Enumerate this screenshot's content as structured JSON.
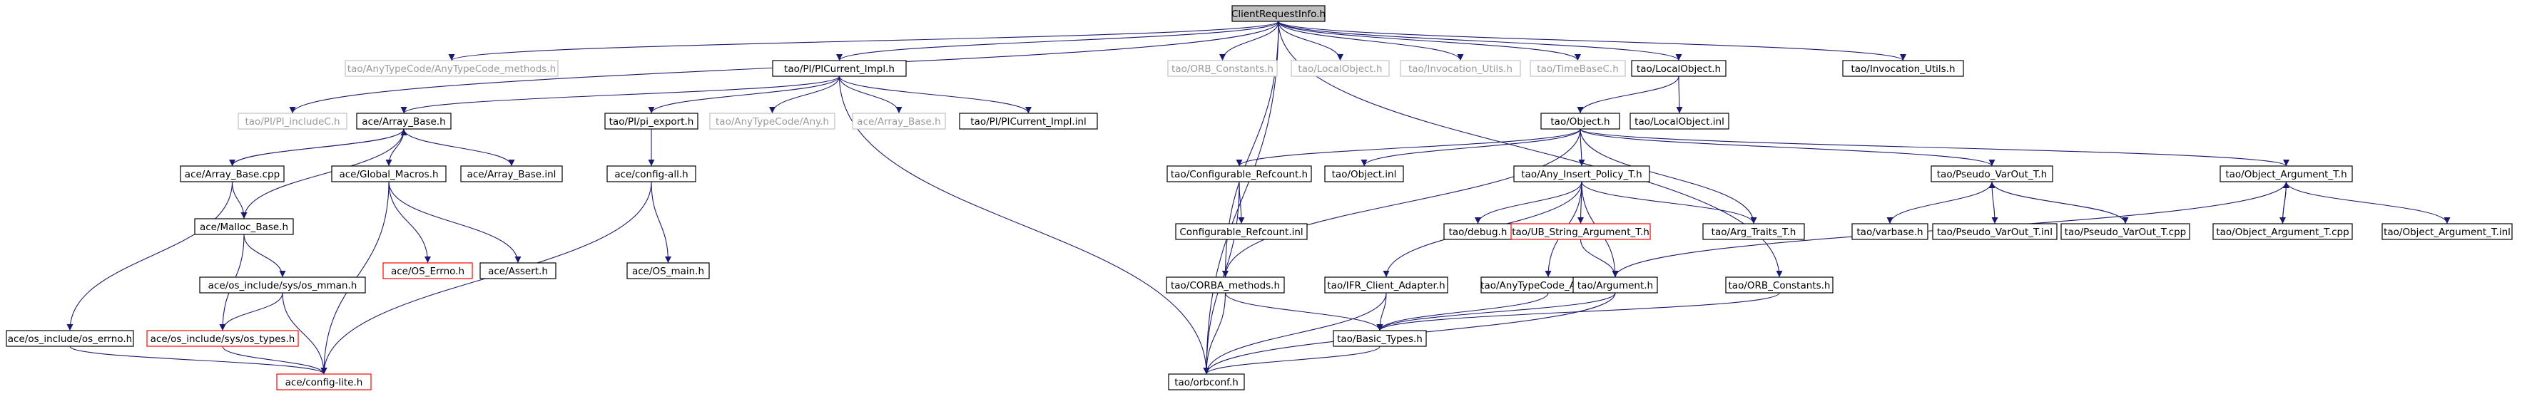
{
  "colors": {
    "edge": "#191970",
    "root_fill": "#bfbfbf",
    "normal_border": "#000000",
    "truncated_border": "#ff0000",
    "external_border": "#c0c0c0",
    "external_text": "#9a9a9a"
  },
  "nodes": {
    "root": {
      "label": "ClientRequestInfo.h",
      "kind": "root"
    },
    "anytypecode_methods": {
      "label": "tao/AnyTypeCode/AnyTypeCode_methods.h",
      "kind": "external"
    },
    "picurrent_impl": {
      "label": "tao/PI/PICurrent_Impl.h",
      "kind": "normal"
    },
    "orb_constants_ext": {
      "label": "tao/ORB_Constants.h",
      "kind": "external"
    },
    "localobject_h_ext": {
      "label": "tao/LocalObject.h",
      "kind": "external"
    },
    "invocation_utils_ext": {
      "label": "tao/Invocation_Utils.h",
      "kind": "external"
    },
    "timebasec": {
      "label": "tao/TimeBaseC.h",
      "kind": "external"
    },
    "localobject_h": {
      "label": "tao/LocalObject.h",
      "kind": "normal"
    },
    "invocation_utils": {
      "label": "tao/Invocation_Utils.h",
      "kind": "normal"
    },
    "pi_includec": {
      "label": "tao/PI/PI_includeC.h",
      "kind": "external"
    },
    "array_base_h": {
      "label": "ace/Array_Base.h",
      "kind": "normal"
    },
    "pi_export": {
      "label": "tao/PI/pi_export.h",
      "kind": "normal"
    },
    "anytypecode_any": {
      "label": "tao/AnyTypeCode/Any.h",
      "kind": "external"
    },
    "array_base_ext": {
      "label": "ace/Array_Base.h",
      "kind": "external"
    },
    "picurrent_impl_inl": {
      "label": "tao/PI/PICurrent_Impl.inl",
      "kind": "normal"
    },
    "object_h": {
      "label": "tao/Object.h",
      "kind": "normal"
    },
    "localobject_inl": {
      "label": "tao/LocalObject.inl",
      "kind": "normal"
    },
    "array_base_cpp": {
      "label": "ace/Array_Base.cpp",
      "kind": "normal"
    },
    "global_macros": {
      "label": "ace/Global_Macros.h",
      "kind": "normal"
    },
    "array_base_inl": {
      "label": "ace/Array_Base.inl",
      "kind": "normal"
    },
    "config_all": {
      "label": "ace/config-all.h",
      "kind": "normal"
    },
    "configurable_refcount": {
      "label": "tao/Configurable_Refcount.h",
      "kind": "normal"
    },
    "object_inl": {
      "label": "tao/Object.inl",
      "kind": "normal"
    },
    "any_insert_policy": {
      "label": "tao/Any_Insert_Policy_T.h",
      "kind": "normal"
    },
    "pseudo_varout_h": {
      "label": "tao/Pseudo_VarOut_T.h",
      "kind": "normal"
    },
    "object_argument_h": {
      "label": "tao/Object_Argument_T.h",
      "kind": "normal"
    },
    "malloc_base": {
      "label": "ace/Malloc_Base.h",
      "kind": "normal"
    },
    "os_errno_h": {
      "label": "ace/OS_Errno.h",
      "kind": "truncated"
    },
    "assert_h": {
      "label": "ace/Assert.h",
      "kind": "normal"
    },
    "os_main": {
      "label": "ace/OS_main.h",
      "kind": "normal"
    },
    "configurable_refcount_inl": {
      "label": "Configurable_Refcount.inl",
      "kind": "normal"
    },
    "debug_h": {
      "label": "tao/debug.h",
      "kind": "normal"
    },
    "ub_string_argument": {
      "label": "tao/UB_String_Argument_T.h",
      "kind": "truncated"
    },
    "arg_traits": {
      "label": "tao/Arg_Traits_T.h",
      "kind": "normal"
    },
    "varbase": {
      "label": "tao/varbase.h",
      "kind": "normal"
    },
    "pseudo_varout_inl": {
      "label": "tao/Pseudo_VarOut_T.inl",
      "kind": "normal"
    },
    "pseudo_varout_cpp": {
      "label": "tao/Pseudo_VarOut_T.cpp",
      "kind": "normal"
    },
    "object_argument_cpp": {
      "label": "tao/Object_Argument_T.cpp",
      "kind": "normal"
    },
    "object_argument_inl": {
      "label": "tao/Object_Argument_T.inl",
      "kind": "normal"
    },
    "os_mman": {
      "label": "ace/os_include/sys/os_mman.h",
      "kind": "normal"
    },
    "corba_methods": {
      "label": "tao/CORBA_methods.h",
      "kind": "normal"
    },
    "ifr_client_adapter": {
      "label": "tao/IFR_Client_Adapter.h",
      "kind": "normal"
    },
    "anytypecode_adapter": {
      "label": "tao/AnyTypeCode_Adapter.h",
      "kind": "normal"
    },
    "argument_h": {
      "label": "tao/Argument.h",
      "kind": "normal"
    },
    "orb_constants": {
      "label": "tao/ORB_Constants.h",
      "kind": "normal"
    },
    "os_errno_inc": {
      "label": "ace/os_include/os_errno.h",
      "kind": "normal"
    },
    "os_types": {
      "label": "ace/os_include/sys/os_types.h",
      "kind": "truncated"
    },
    "basic_types": {
      "label": "tao/Basic_Types.h",
      "kind": "normal"
    },
    "config_lite": {
      "label": "ace/config-lite.h",
      "kind": "truncated"
    },
    "orbconf": {
      "label": "tao/orbconf.h",
      "kind": "normal"
    }
  },
  "edges": [
    [
      "root",
      "anytypecode_methods"
    ],
    [
      "root",
      "picurrent_impl"
    ],
    [
      "root",
      "orb_constants_ext"
    ],
    [
      "root",
      "localobject_h_ext"
    ],
    [
      "root",
      "invocation_utils_ext"
    ],
    [
      "root",
      "timebasec"
    ],
    [
      "root",
      "localobject_h"
    ],
    [
      "root",
      "invocation_utils"
    ],
    [
      "root",
      "pi_includec"
    ],
    [
      "root",
      "corba_methods"
    ],
    [
      "root",
      "orbconf"
    ],
    [
      "root",
      "orb_constants"
    ],
    [
      "picurrent_impl",
      "array_base_h"
    ],
    [
      "picurrent_impl",
      "pi_export"
    ],
    [
      "picurrent_impl",
      "anytypecode_any"
    ],
    [
      "picurrent_impl",
      "array_base_ext"
    ],
    [
      "picurrent_impl",
      "picurrent_impl_inl"
    ],
    [
      "picurrent_impl",
      "orbconf"
    ],
    [
      "localobject_h",
      "object_h"
    ],
    [
      "localobject_h",
      "localobject_inl"
    ],
    [
      "array_base_h",
      "array_base_cpp"
    ],
    [
      "array_base_h",
      "global_macros"
    ],
    [
      "array_base_h",
      "array_base_inl"
    ],
    [
      "array_base_h",
      "malloc_base"
    ],
    [
      "array_base_cpp",
      "array_base_h"
    ],
    [
      "array_base_cpp",
      "malloc_base"
    ],
    [
      "array_base_cpp",
      "os_errno_inc"
    ],
    [
      "pi_export",
      "config_all"
    ],
    [
      "config_all",
      "os_main"
    ],
    [
      "config_all",
      "config_lite"
    ],
    [
      "global_macros",
      "os_errno_h"
    ],
    [
      "global_macros",
      "assert_h"
    ],
    [
      "global_macros",
      "config_lite"
    ],
    [
      "malloc_base",
      "os_mman"
    ],
    [
      "malloc_base",
      "os_types"
    ],
    [
      "os_mman",
      "os_types"
    ],
    [
      "os_mman",
      "config_lite"
    ],
    [
      "os_types",
      "config_lite"
    ],
    [
      "os_errno_inc",
      "config_lite"
    ],
    [
      "object_h",
      "configurable_refcount"
    ],
    [
      "object_h",
      "object_inl"
    ],
    [
      "object_h",
      "any_insert_policy"
    ],
    [
      "object_h",
      "pseudo_varout_h"
    ],
    [
      "object_h",
      "object_argument_h"
    ],
    [
      "object_h",
      "arg_traits"
    ],
    [
      "object_h",
      "corba_methods"
    ],
    [
      "configurable_refcount",
      "configurable_refcount_inl"
    ],
    [
      "configurable_refcount",
      "orbconf"
    ],
    [
      "any_insert_policy",
      "debug_h"
    ],
    [
      "any_insert_policy",
      "ub_string_argument"
    ],
    [
      "any_insert_policy",
      "arg_traits"
    ],
    [
      "any_insert_policy",
      "ifr_client_adapter"
    ],
    [
      "any_insert_policy",
      "anytypecode_adapter"
    ],
    [
      "any_insert_policy",
      "argument_h"
    ],
    [
      "pseudo_varout_h",
      "varbase"
    ],
    [
      "pseudo_varout_h",
      "pseudo_varout_inl"
    ],
    [
      "pseudo_varout_h",
      "pseudo_varout_cpp"
    ],
    [
      "pseudo_varout_cpp",
      "pseudo_varout_h"
    ],
    [
      "object_argument_h",
      "object_argument_cpp"
    ],
    [
      "object_argument_h",
      "object_argument_inl"
    ],
    [
      "object_argument_h",
      "argument_h"
    ],
    [
      "object_argument_cpp",
      "object_argument_h"
    ],
    [
      "ub_string_argument",
      "argument_h"
    ],
    [
      "argument_h",
      "basic_types"
    ],
    [
      "argument_h",
      "orbconf"
    ],
    [
      "corba_methods",
      "basic_types"
    ],
    [
      "corba_methods",
      "orbconf"
    ],
    [
      "ifr_client_adapter",
      "basic_types"
    ],
    [
      "ifr_client_adapter",
      "orbconf"
    ],
    [
      "anytypecode_adapter",
      "basic_types"
    ],
    [
      "orb_constants",
      "basic_types"
    ],
    [
      "basic_types",
      "orbconf"
    ]
  ]
}
